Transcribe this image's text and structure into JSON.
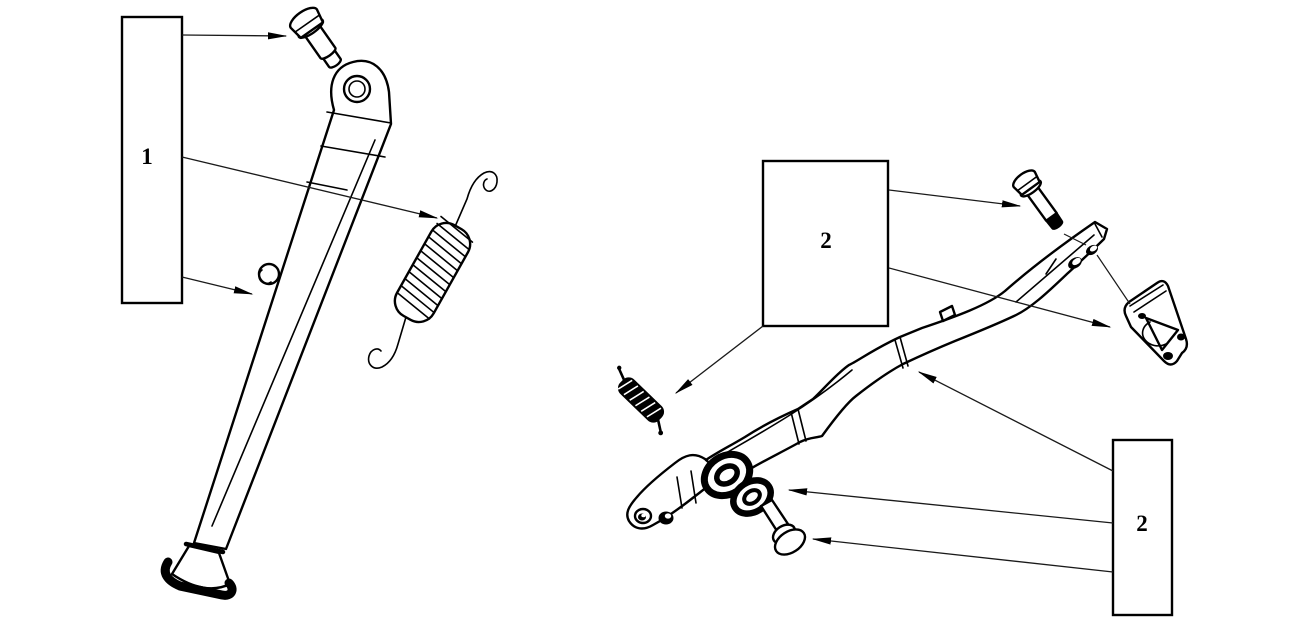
{
  "diagram": {
    "background_color": "#ffffff",
    "line_color": "#000000",
    "callouts": [
      {
        "id": "callout-1",
        "text": "1"
      },
      {
        "id": "callout-2-top",
        "text": "2"
      },
      {
        "id": "callout-2-bottom",
        "text": "2"
      }
    ],
    "parts": [
      {
        "name": "side-stand"
      },
      {
        "name": "side-stand-pivot-bolt"
      },
      {
        "name": "side-stand-peg"
      },
      {
        "name": "side-stand-spring"
      },
      {
        "name": "pedal-arm"
      },
      {
        "name": "pedal-mount-bolt"
      },
      {
        "name": "pedal-pad-bracket"
      },
      {
        "name": "pedal-return-spring"
      },
      {
        "name": "pivot-bushing"
      },
      {
        "name": "washer"
      },
      {
        "name": "flange-bolt"
      }
    ]
  }
}
